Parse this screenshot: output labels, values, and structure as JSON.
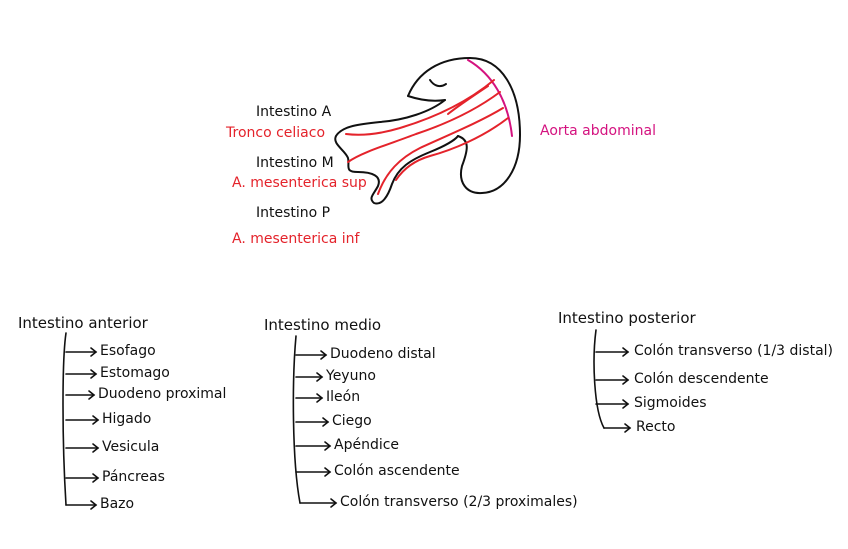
{
  "diagram": {
    "labels": {
      "intestino_a": "Intestino A",
      "tronco": "Tronco celiaco",
      "intestino_m": "Intestino M",
      "mes_sup": "A. mesenterica sup",
      "intestino_p": "Intestino P",
      "mes_inf": "A. mesenterica inf",
      "aorta": "Aorta abdominal"
    },
    "colors": {
      "ink": "#111111",
      "artery": "#e4232b",
      "aorta": "#d4127f"
    }
  },
  "lists": {
    "anterior": {
      "title": "Intestino anterior",
      "items": [
        "Esofago",
        "Estomago",
        "Duodeno proximal",
        "Higado",
        "Vesicula",
        "Páncreas",
        "Bazo"
      ]
    },
    "medio": {
      "title": "Intestino medio",
      "items": [
        "Duodeno distal",
        "Yeyuno",
        "Ileón",
        "Ciego",
        "Apéndice",
        "Colón ascendente",
        "Colón transverso (2/3 proximales)"
      ]
    },
    "posterior": {
      "title": "Intestino posterior",
      "items": [
        "Colón transverso (1/3 distal)",
        "Colón descendente",
        "Sigmoides",
        "Recto"
      ]
    }
  }
}
